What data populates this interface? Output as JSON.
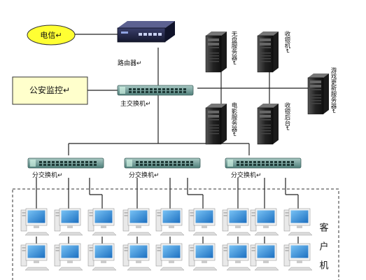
{
  "nodes": {
    "telecom": {
      "label": "电信↵"
    },
    "router": {
      "label": "路由器↵"
    },
    "police": {
      "label": "公安监控↵"
    },
    "main_switch": {
      "label": "主交换机↵"
    },
    "access_switches": [
      {
        "label": "分交换机↵"
      },
      {
        "label": "分交换机↵"
      },
      {
        "label": "分交换机↵"
      }
    ],
    "servers": [
      {
        "label": "无盘服务器↵"
      },
      {
        "label": "收银机↵"
      },
      {
        "label": "电影服务器↵"
      },
      {
        "label": "收银后台↵"
      },
      {
        "label": "游戏更新服务器↵"
      }
    ],
    "clients_label": "客户机"
  },
  "colors": {
    "telecom_fill": "#ffff33",
    "police_fill": "#ffffcc",
    "line": "#222222",
    "switch_body": "#7fa8a4",
    "server_body": "#2b2b2b",
    "monitor_screen": "#2f8fd8"
  },
  "icons": {
    "router": "router-icon",
    "switch": "switch-icon",
    "server": "server-tower-icon",
    "client": "desktop-computer-icon"
  }
}
